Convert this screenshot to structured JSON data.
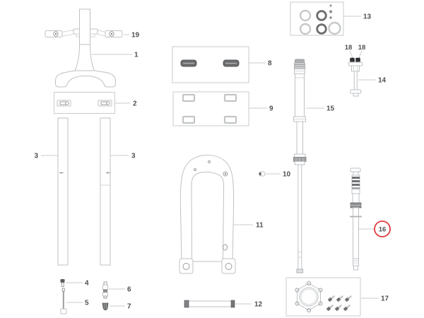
{
  "diagram": {
    "kind": "exploded-parts-diagram",
    "highlighted_part": "16",
    "colors": {
      "background": "#ffffff",
      "outline": "#bfc1c4",
      "leader": "#c9cbcd",
      "label": "#4f5054",
      "dark_part": "#6a6c6e",
      "black_part": "#2f3032",
      "highlight": "#e03a3e"
    },
    "callouts": [
      {
        "label": "19"
      },
      {
        "label": "1"
      },
      {
        "label": "2"
      },
      {
        "label": "3"
      },
      {
        "label": "3"
      },
      {
        "label": "4"
      },
      {
        "label": "5"
      },
      {
        "label": "6"
      },
      {
        "label": "7"
      },
      {
        "label": "8"
      },
      {
        "label": "9"
      },
      {
        "label": "10"
      },
      {
        "label": "11"
      },
      {
        "label": "12"
      },
      {
        "label": "13"
      },
      {
        "label": "18"
      },
      {
        "label": "18"
      },
      {
        "label": "14"
      },
      {
        "label": "15"
      },
      {
        "label": "16"
      },
      {
        "label": "17"
      }
    ]
  }
}
